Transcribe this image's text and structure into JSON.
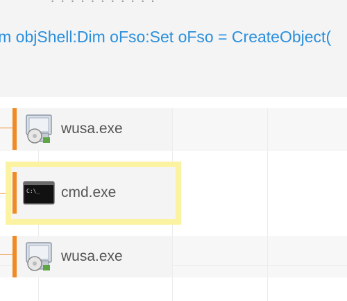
{
  "header": {
    "top_text": "· · · · · · · · · · ·",
    "command_line": "im objShell:Dim oFso:Set oFso = CreateObject("
  },
  "nodes": [
    {
      "label": "wusa.exe",
      "icon": "installer-package-icon"
    },
    {
      "label": "cmd.exe",
      "icon": "command-prompt-icon"
    },
    {
      "label": "wusa.exe",
      "icon": "installer-package-icon"
    }
  ],
  "colors": {
    "accent_bar": "#f08a24",
    "command_text": "#2a8fdc",
    "highlight": "#fbf3a1"
  }
}
